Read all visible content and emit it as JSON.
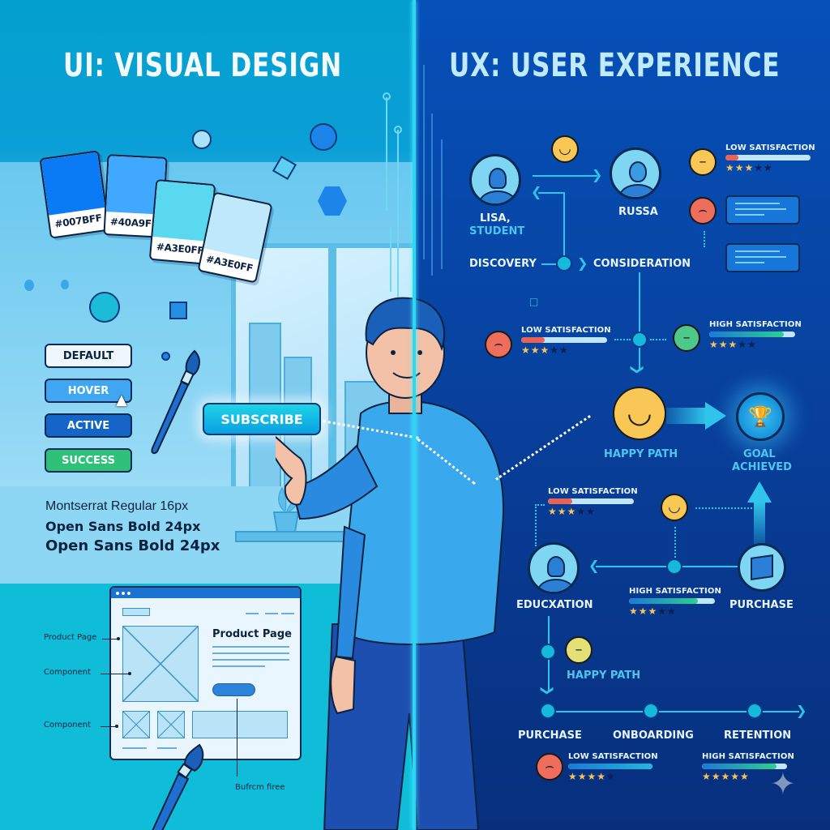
{
  "left": {
    "title": "UI: VISUAL DESIGN",
    "swatches": [
      {
        "code": "#007BFF",
        "color": "#0a7bf5"
      },
      {
        "code": "#40A9FF",
        "color": "#40a9ff"
      },
      {
        "code": "#A3E0FF",
        "color": "#5ad8f0"
      },
      {
        "code": "#A3E0FF",
        "color": "#bfe8fb"
      }
    ],
    "button_states": [
      {
        "label": "DEFAULT",
        "bg": "#eef7fd",
        "fg": "#0b2240"
      },
      {
        "label": "HOVER",
        "bg": "#3fa7f2",
        "fg": "#ffffff"
      },
      {
        "label": "ACTIVE",
        "bg": "#1565c8",
        "fg": "#ffffff"
      },
      {
        "label": "SUCCESS",
        "bg": "#2fc07a",
        "fg": "#ffffff"
      }
    ],
    "cta_button": "SUBSCRIBE",
    "typography": [
      "Montserrat Regular 16px",
      "Open Sans Bold 24px",
      "Open Sans Bold 24px"
    ],
    "wireframe": {
      "title": "Product Page",
      "annotations": [
        "Product Page",
        "Component",
        "Component"
      ],
      "button_annotation": "Bufrcm firee"
    }
  },
  "right": {
    "title": "UX: USER EXPERIENCE",
    "personas": [
      {
        "name": "LISA,",
        "role": "STUDENT"
      },
      {
        "name": "RUSSA"
      }
    ],
    "stages_top": [
      "DISCOVERY",
      "CONSIDERATION"
    ],
    "satisfaction": [
      {
        "label": "LOW SATISFACTION",
        "fill": 15,
        "color": "#e96253",
        "stars": 3
      },
      {
        "label": "LOW SATISFACTION",
        "fill": 27,
        "color": "#e96253",
        "stars": 3
      },
      {
        "label": "HIGH SATISFACTION",
        "fill": 87,
        "color": "#2ecf8f",
        "stars": 3
      },
      {
        "label": "LOW SATISFACTION",
        "fill": 28,
        "color": "#e96253",
        "stars": 3
      },
      {
        "label": "HIGH SATISFACTION",
        "fill": 80,
        "color": "#2ecf8f",
        "stars": 3
      },
      {
        "label": "LOW SATISFACTION",
        "fill": 100,
        "color": "#22b6e0",
        "stars": 4
      },
      {
        "label": "HIGH SATISFACTION",
        "fill": 88,
        "color": "#2ecf8f",
        "stars": 5
      }
    ],
    "happy_path": "HAPPY PATH",
    "goal": "GOAL ACHIEVED",
    "goal_line1": "GOAL",
    "goal_line2": "ACHIEVED",
    "education": "EDUCXATION",
    "purchase_mid": "PURCHASE",
    "happy_path_2": "HAPPY PATH",
    "stages_bottom": [
      "PURCHASE",
      "ONBOARDING",
      "RETENTION"
    ]
  },
  "colors": {
    "left_bg": "#0a9fd6",
    "right_bg": "#0747a8",
    "divider": "#29d9f3",
    "accent": "#2fc4ea"
  }
}
